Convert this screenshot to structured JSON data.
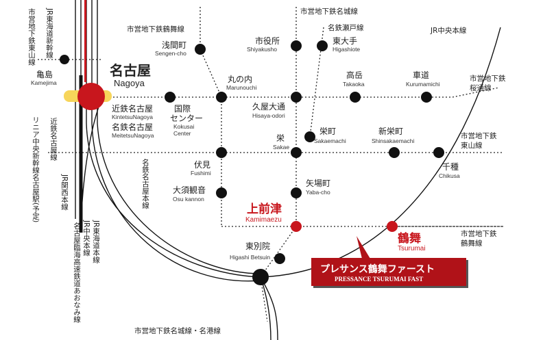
{
  "stations": {
    "nagoya": {
      "jp": "名古屋",
      "en": "Nagoya"
    },
    "kamejima": {
      "jp": "亀島",
      "en": "Kamejima"
    },
    "sengencho": {
      "jp": "浅間町",
      "en": "Sengen-cho"
    },
    "shiyakusho": {
      "jp": "市役所",
      "en": "Shiyakusho"
    },
    "higashiote": {
      "jp": "東大手",
      "en": "Higashiote"
    },
    "marunouchi": {
      "jp": "丸の内",
      "en": "Marunouchi"
    },
    "takaoka": {
      "jp": "高岳",
      "en": "Takaoka"
    },
    "kurumamichi": {
      "jp": "車道",
      "en": "Kurumamichi"
    },
    "kintetsu": {
      "jp": "近鉄名古屋",
      "en": "KintetsuNagoya"
    },
    "meitetsu": {
      "jp": "名鉄名古屋",
      "en": "MeitetsuNagoya"
    },
    "kokusai": {
      "jp": "国際センター",
      "en1": "Kokusai",
      "en2": "Center"
    },
    "hisaya": {
      "jp": "久屋大通",
      "en": "Hisaya-odori"
    },
    "sakaemachi": {
      "jp": "栄町",
      "en": "Sakaemachi"
    },
    "shinsakae": {
      "jp": "新栄町",
      "en": "Shinsakaemachi"
    },
    "sakae": {
      "jp": "栄",
      "en": "Sakae"
    },
    "fushimi": {
      "jp": "伏見",
      "en": "Fushimi"
    },
    "chikusa": {
      "jp": "千種",
      "en": "Chikusa"
    },
    "osu": {
      "jp": "大須観音",
      "en": "Osu kannon"
    },
    "yaba": {
      "jp": "矢場町",
      "en": "Yaba-cho"
    },
    "kamimaezu": {
      "jp": "上前津",
      "en": "Kamimaezu"
    },
    "tsurumai": {
      "jp": "鶴舞",
      "en": "Tsurumai"
    },
    "higashibetsuin": {
      "jp": "東別院",
      "en": "Higashi Betsuin"
    }
  },
  "lines": {
    "subway_higashiyama": "市営地下鉄東山線",
    "jr_shinkansen": "JR東海道新幹線",
    "tsurumai_line_top": "市営地下鉄鶴舞線",
    "meijo_line": "市営地下鉄名城線",
    "seto_line": "名鉄瀬戸線",
    "jr_chuo_top": "JR中央本線",
    "sakuradori": "市営地下鉄桜通線",
    "higashiyama_right": "市営地下鉄東山線",
    "tsurumai_right": "市営地下鉄鶴舞線",
    "linear": "リニア中央新幹線名古屋駅(予定)",
    "kintetsu_line": "近鉄名古屋線",
    "jr_kansai": "JR関西本線",
    "aonami": "名古屋臨海高速鉄道あおなみ線",
    "jr_chuo": "JR中央本線",
    "jr_tokaido": "JR東海道本線",
    "meitetsu_line": "名鉄名古屋本線",
    "meiko": "市営地下鉄名城線・名港線"
  },
  "banner": {
    "jp": "プレサンス鶴舞ファースト",
    "en": "PRESSANCE TSURUMAI FAST"
  },
  "colors": {
    "accent_red": "#c8161d",
    "banner_red": "#b01218",
    "line_black": "#111111",
    "nagoya_yellow": "#f7d55a"
  }
}
